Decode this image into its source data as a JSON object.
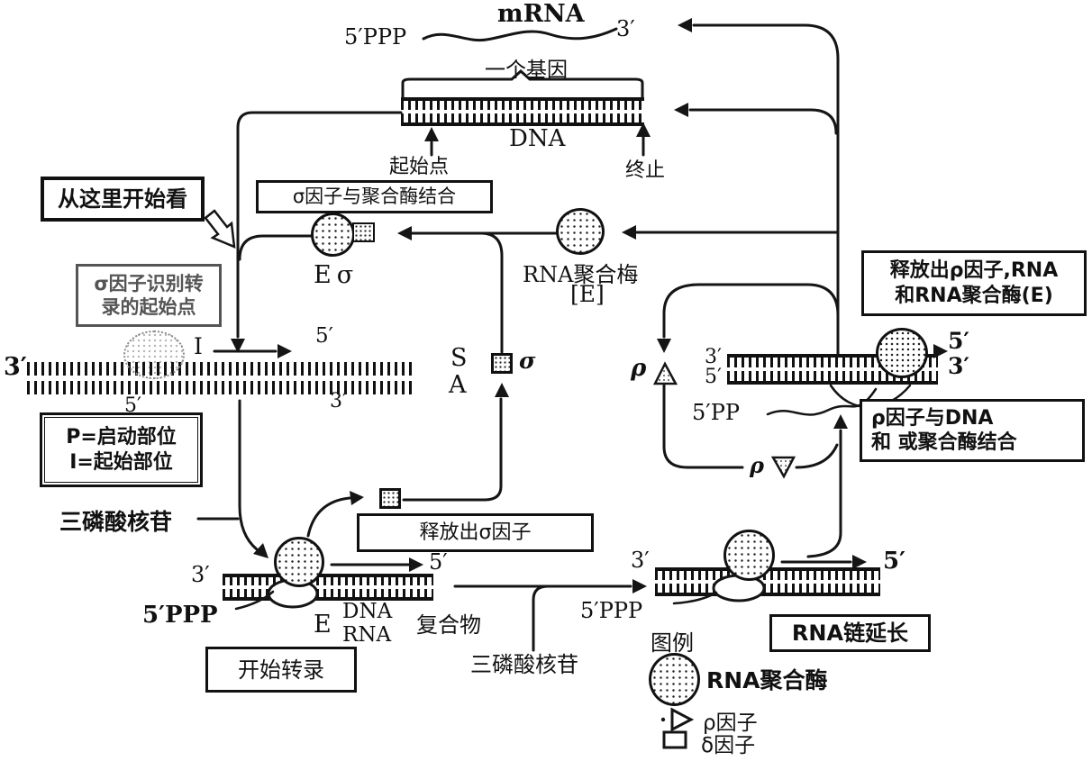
{
  "colors": {
    "ink": "#111111",
    "paper": "#ffffff"
  },
  "top": {
    "mrna": "mRNA",
    "five_ppp": "5′PPP",
    "three": "3′",
    "gene": "一个基因",
    "dna": "DNA",
    "start_point": "起始点",
    "termination": "终止"
  },
  "callout": {
    "start_here": "从这里开始看"
  },
  "boxes": {
    "recognize": {
      "line1": "σ因子识别转",
      "line2": "录的起始点"
    },
    "bind_polymerase": "σ因子与聚合酶结合",
    "release_sigma": "释放出σ因子",
    "start_transcription": "开始转录",
    "promoter_def": {
      "line1": "P=启动部位",
      "line2": "I=起始部位"
    },
    "elongation": "RNA链延长",
    "release_rho": {
      "line1": "释放出ρ因子,RNA",
      "line2": "和RNA聚合酶(E)"
    },
    "rho_bind": {
      "line1": "ρ因子与DNA",
      "line2": "和 或聚合酶结合"
    }
  },
  "enzyme": {
    "e_sigma": "Eσ",
    "rnap_name": "RNA聚合梅",
    "rnap_e": "[E]"
  },
  "ntp": {
    "left": "三磷酸核苷",
    "mid": "三磷酸核苷"
  },
  "strand_mid": {
    "left3": "3′",
    "below5": "5′",
    "right5": "5′",
    "right3": "3′",
    "s": "S",
    "a": "A",
    "sigma": "σ",
    "i": "I"
  },
  "init_complex": {
    "three": "3′",
    "five_ppp": "5′PPP",
    "e": "E",
    "dna": "DNA",
    "rna": "RNA",
    "word": "复合物",
    "five": "5′"
  },
  "elong_complex": {
    "three": "3′",
    "five_ppp": "5′PPP",
    "five": "5′"
  },
  "term_complex": {
    "left3": "3′",
    "left5": "5′",
    "five_pp": "5′PP",
    "right5": "5′",
    "right3": "3′",
    "rho_released": "ρ",
    "rho_returning": "ρ"
  },
  "legend": {
    "title": "图例",
    "rnap": "RNA聚合酶",
    "rho": "ρ因子",
    "sigma": "δ因子"
  }
}
